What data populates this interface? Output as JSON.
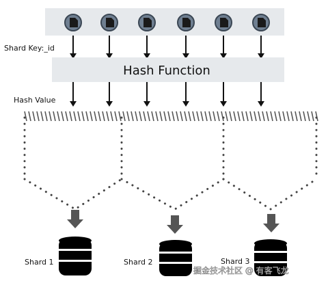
{
  "diagram": {
    "shard_key_label": "Shard Key:_id",
    "hash_function_label": "Hash Function",
    "hash_value_label": "Hash Value",
    "documents": [
      {
        "id": "doc-1"
      },
      {
        "id": "doc-2"
      },
      {
        "id": "doc-3"
      },
      {
        "id": "doc-4"
      },
      {
        "id": "doc-5"
      },
      {
        "id": "doc-6"
      }
    ],
    "shards": [
      {
        "label": "Shard 1"
      },
      {
        "label": "Shard 2"
      },
      {
        "label": "Shard 3"
      }
    ],
    "watermark": "掘金技术社区 @ 有客飞龙",
    "colors": {
      "band_gray": "#e6e9ec",
      "icon_fill": "#6f7f91",
      "database": "#000000"
    }
  }
}
